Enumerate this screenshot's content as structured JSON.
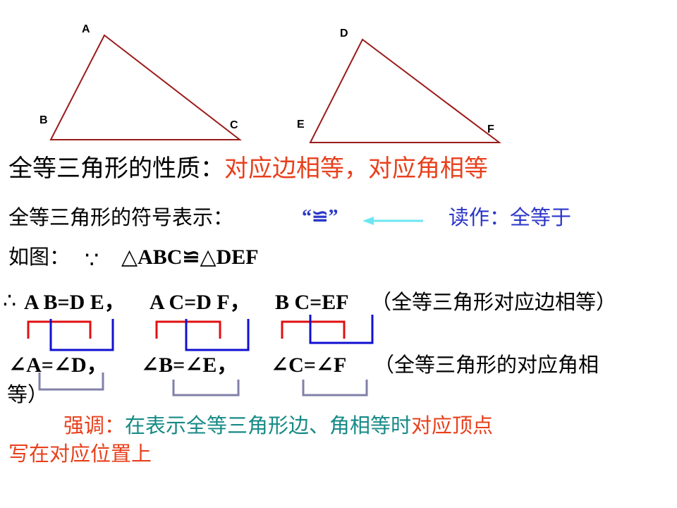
{
  "triangle1": {
    "a": "A",
    "b": "B",
    "c": "C"
  },
  "triangle2": {
    "d": "D",
    "e": "E",
    "f": "F"
  },
  "property": {
    "label": "全等三角形的性质：",
    "value": "对应边相等，对应角相等"
  },
  "symbol": {
    "label": "全等三角形的符号表示：",
    "mark": "“≌”",
    "reading": "读作：全等于"
  },
  "figure": {
    "prefix": "如图：",
    "because": "∵",
    "statement": "△ABC≌△DEF"
  },
  "sides": {
    "therefore": "∴",
    "eq1": "A B=D E，",
    "eq2": "A C=D F，",
    "eq3": "B C=EF",
    "note": "（全等三角形对应边相等）"
  },
  "angles": {
    "eq1": "∠A=∠D，",
    "eq2": "∠B=∠E，",
    "eq3": "∠C=∠F",
    "note_line1": "（全等三角形的对应角相",
    "note_line2": "等）"
  },
  "emphasis": {
    "label": "强调：",
    "middle": "在表示全等三角形边、角相等时",
    "highlight": "对应顶点",
    "line2": "写在对应位置上"
  },
  "colors": {
    "triangle": "#9b1b1b",
    "red": "#e8401c",
    "blue": "#2b36c8",
    "bracket_red": "#e01010",
    "bracket_blue": "#1010d0",
    "bracket_gray": "#8080a8",
    "arrow": "#6ee6f0",
    "teal": "#168a86"
  }
}
